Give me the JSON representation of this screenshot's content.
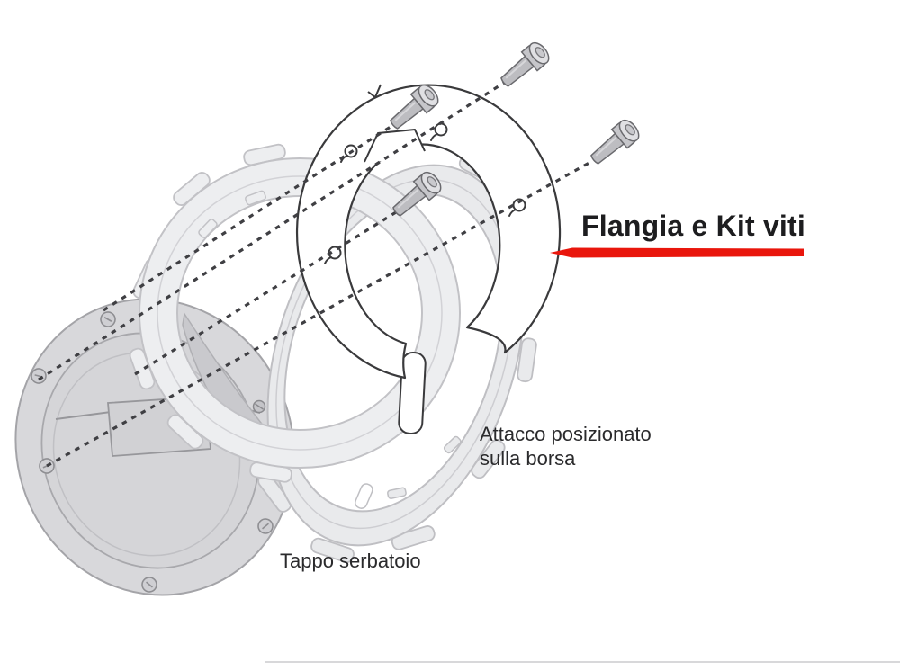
{
  "diagram": {
    "labels": {
      "flange": "Flangia e Kit viti",
      "attachment_line1": "Attacco posizionato",
      "attachment_line2": "sulla borsa",
      "tank_cap": "Tappo serbatoio"
    },
    "screws": {
      "count": 4
    },
    "colors": {
      "background": "#ffffff",
      "highlight_red": "#e9160c",
      "title_text": "#1d1d1f",
      "label_text": "#2a2a2c",
      "flange_outline": "#3a3a3c",
      "cap_fill": "#d8d8db",
      "cap_stroke": "#a4a4a8",
      "ring_fill": "#edeef0",
      "attachment_fill": "#e9eaec",
      "dashed_line": "#3f3f43",
      "screw_fill": "#c6c6ca"
    }
  }
}
